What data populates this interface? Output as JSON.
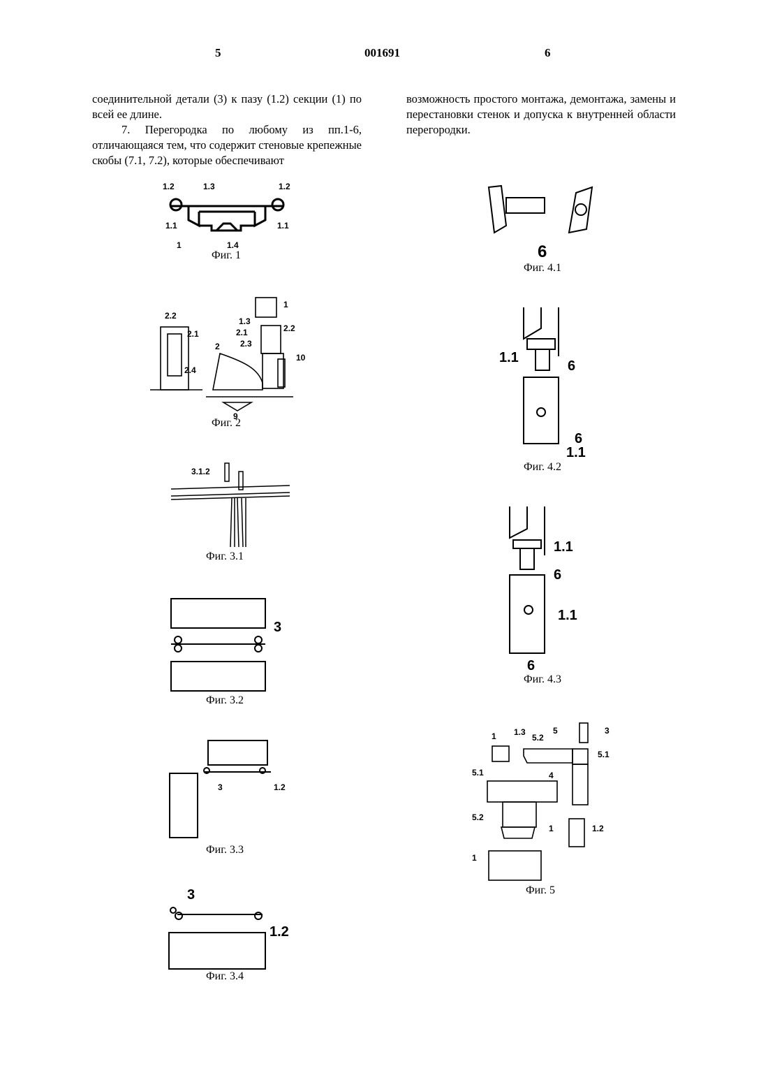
{
  "header": {
    "page_left": "5",
    "doc_number": "001691",
    "page_right": "6"
  },
  "left_column": {
    "para1": "соединительной детали (3) к пазу (1.2) секции (1) по всей ее длине.",
    "para2": "7. Перегородка по любому из пп.1-6, отличающаяся тем, что содержит стеновые крепежные скобы (7.1, 7.2), которые обеспечивают"
  },
  "right_column": {
    "para1": "возможность простого монтажа, демонтажа, замены и перестановки стенок и допуска к внутренней области перегородки."
  },
  "figures": {
    "fig1": {
      "caption": "Фиг. 1",
      "labels": [
        "1.2",
        "1.3",
        "1.2",
        "1.1",
        "1.1",
        "1",
        "1.4"
      ]
    },
    "fig2": {
      "caption": "Фиг. 2",
      "labels": [
        "2.2",
        "2.1",
        "2",
        "2.4",
        "1",
        "1.3",
        "2.2",
        "2.1",
        "2.3",
        "10",
        "9"
      ]
    },
    "fig31": {
      "caption": "Фиг. 3.1",
      "labels": [
        "3.1.2"
      ]
    },
    "fig32": {
      "caption": "Фиг. 3.2",
      "labels": [
        "3"
      ]
    },
    "fig33": {
      "caption": "Фиг. 3.3",
      "labels": [
        "3",
        "1.2"
      ]
    },
    "fig34": {
      "caption": "Фиг. 3.4",
      "labels": [
        "3",
        "1.2"
      ]
    },
    "fig41": {
      "caption": "Фиг. 4.1",
      "labels": [
        "6"
      ]
    },
    "fig42": {
      "caption": "Фиг. 4.2",
      "labels": [
        "1.1",
        "6",
        "6",
        "1.1"
      ]
    },
    "fig43": {
      "caption": "Фиг. 4.3",
      "labels": [
        "1.1",
        "6",
        "1.1",
        "6"
      ]
    },
    "fig5": {
      "caption": "Фиг. 5",
      "labels": [
        "1",
        "1.3",
        "5.2",
        "5",
        "3",
        "5.1",
        "5.1",
        "4",
        "5.2",
        "1",
        "1.2",
        "1"
      ]
    }
  }
}
